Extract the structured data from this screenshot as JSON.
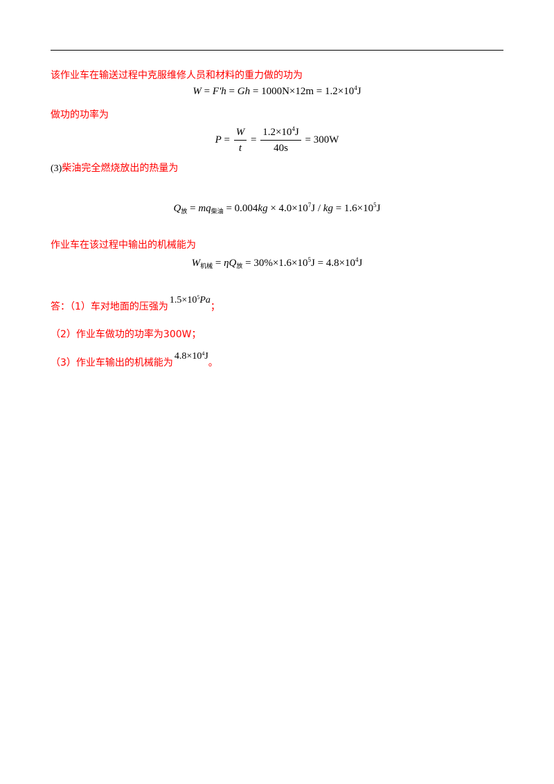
{
  "text": {
    "line1": "该作业车在输送过程中克服维修人员和材料的重力做的功为",
    "line2": "做功的功率为",
    "line3_prefix": "(3)",
    "line3": "柴油完全燃烧放出的热量为",
    "line4": "作业车在该过程中输出的机械能为",
    "ans1": "答：（1）车对地面的压强为",
    "ans1_end": "；",
    "ans2": "（2）作业车做功的功率为300W；",
    "ans3": "（3）作业车输出的机械能为",
    "ans3_end": "。"
  },
  "eq": {
    "work": {
      "lhs": "W",
      "mid1": "F",
      "mid1b": "'h",
      "mid2": "Gh",
      "val": "1000N×12m",
      "coef": "1.2×10",
      "exp": "4",
      "unit": "J"
    },
    "power": {
      "lhs": "P",
      "num": "W",
      "den": "t",
      "num2": "1.2×10",
      "num2_exp": "4",
      "num2_unit": "J",
      "den2": "40s",
      "val": "300W"
    },
    "heat": {
      "lhs": "Q",
      "lhs_sub": "放",
      "m": "mq",
      "m_sub": "柴油",
      "a": "0.004",
      "a_unit": "kg",
      "b": "4.0×10",
      "b_exp": "7",
      "b_unit": "J / ",
      "b_unit2": "kg",
      "r": "1.6×10",
      "r_exp": "5",
      "r_unit": "J"
    },
    "mech": {
      "lhs": "W",
      "lhs_sub": "机械",
      "eta": "ηQ",
      "eta_sub": "放",
      "pct": "30%×1.6×10",
      "pct_exp": "5",
      "pct_unit": "J",
      "r": "4.8×10",
      "r_exp": "4",
      "r_unit": "J"
    },
    "ans1_val": {
      "coef": "1.5×10",
      "exp": "5",
      "unit": "Pa"
    },
    "ans3_val": {
      "coef": "4.8×10",
      "exp": "4",
      "unit": "J"
    }
  },
  "colors": {
    "answer_text": "#ff0000",
    "equation": "#000000"
  }
}
